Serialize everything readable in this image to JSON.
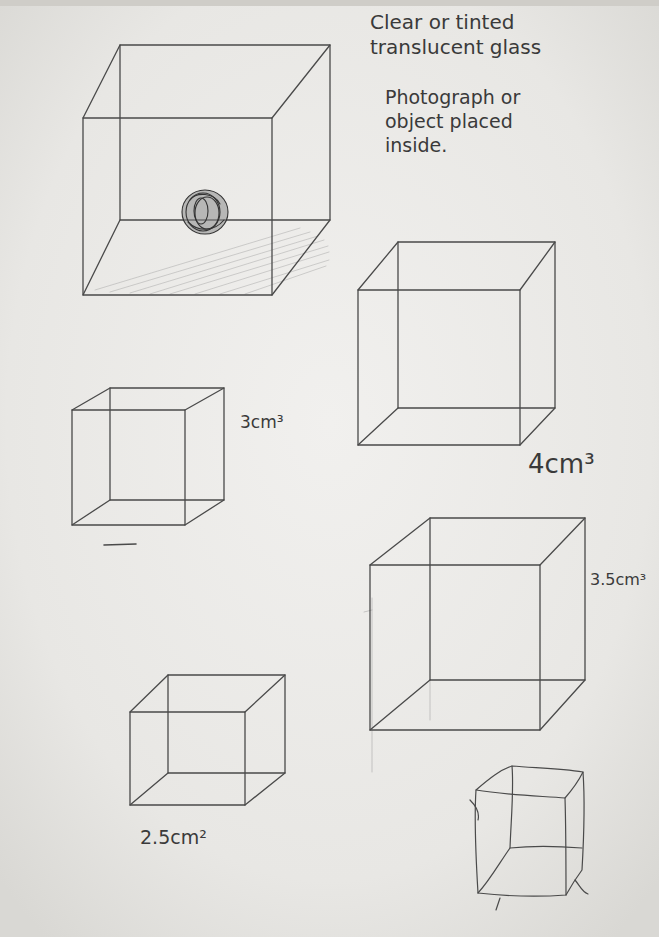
{
  "diagram": {
    "labels": [
      "Clear or tinted translucent glass",
      "Photograph or object placed inside.",
      "3cm³",
      "4cm³",
      "3.5cm³",
      "2.5cm²"
    ]
  }
}
